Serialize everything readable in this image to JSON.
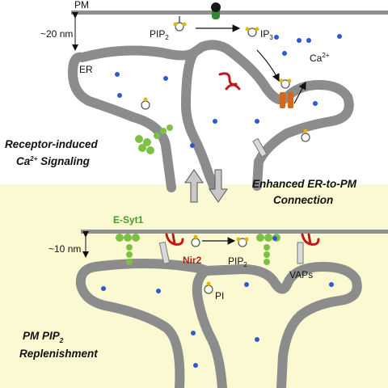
{
  "colors": {
    "bottom_panel": "#fbf9d2",
    "membrane": "#909090",
    "er_outline": "#8c8c8c",
    "calcium_dot": "#2c5bd1",
    "esyt_green": "#7dc043",
    "nir2_red": "#c01818",
    "channel_orange": "#d2691e",
    "lipid_head": "#ffffff",
    "lipid_phosphate": "#e5b800",
    "receptor_green": "#2f8a2f",
    "receptor_black": "#1a1a1a",
    "arrow_fill": "#c8c8c8"
  },
  "icons": {
    "receptor": "gpcr-receptor-icon",
    "pip2_lipid": "lipid-headgroup-icon",
    "ip3_molecule": "ip3-molecule-icon",
    "calcium": "calcium-dot-icon",
    "esyt1": "esyt1-protein-icon",
    "nir2": "nir2-protein-icon",
    "vap": "vap-anchor-icon",
    "channel": "ip3-receptor-channel-icon"
  },
  "top": {
    "pm_label": "PM",
    "gap_label": "~20 nm",
    "er_label": "ER",
    "pip2_label": "PIP",
    "pip2_sub": "2",
    "ip3_label": "IP",
    "ip3_sub": "3",
    "ca_label": "Ca",
    "ca_sup": "2+",
    "caption_line1": "Receptor-induced",
    "caption_line2_base": "Ca",
    "caption_line2_sup": "2+",
    "caption_line2_rest": " Signaling"
  },
  "middle": {
    "caption_line1": "Enhanced ER-to-PM",
    "caption_line2": "Connection"
  },
  "bottom": {
    "esyt_label": "E-Syt1",
    "gap_label": "~10 nm",
    "nir2_label": "Nir2",
    "pip2_label": "PIP",
    "pip2_sub": "2",
    "vaps_label": "VAPs",
    "pi_label": "PI",
    "caption_line1_base": "PM PIP",
    "caption_line1_sub": "2",
    "caption_line2": "Replenishment"
  }
}
